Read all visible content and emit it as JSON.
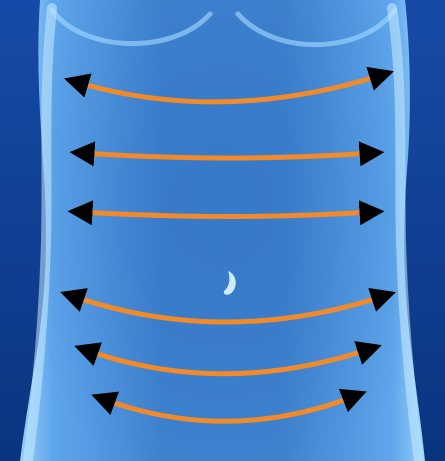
{
  "illustration": {
    "subject": "torso",
    "background_color": "#0f3f9b",
    "body_color": "#4b8fd6",
    "highlight_color": "#9ed0ff",
    "arrow_color": "#f08a2b",
    "arrow_count": 6,
    "arrow_style": "double-headed curved arrows"
  }
}
